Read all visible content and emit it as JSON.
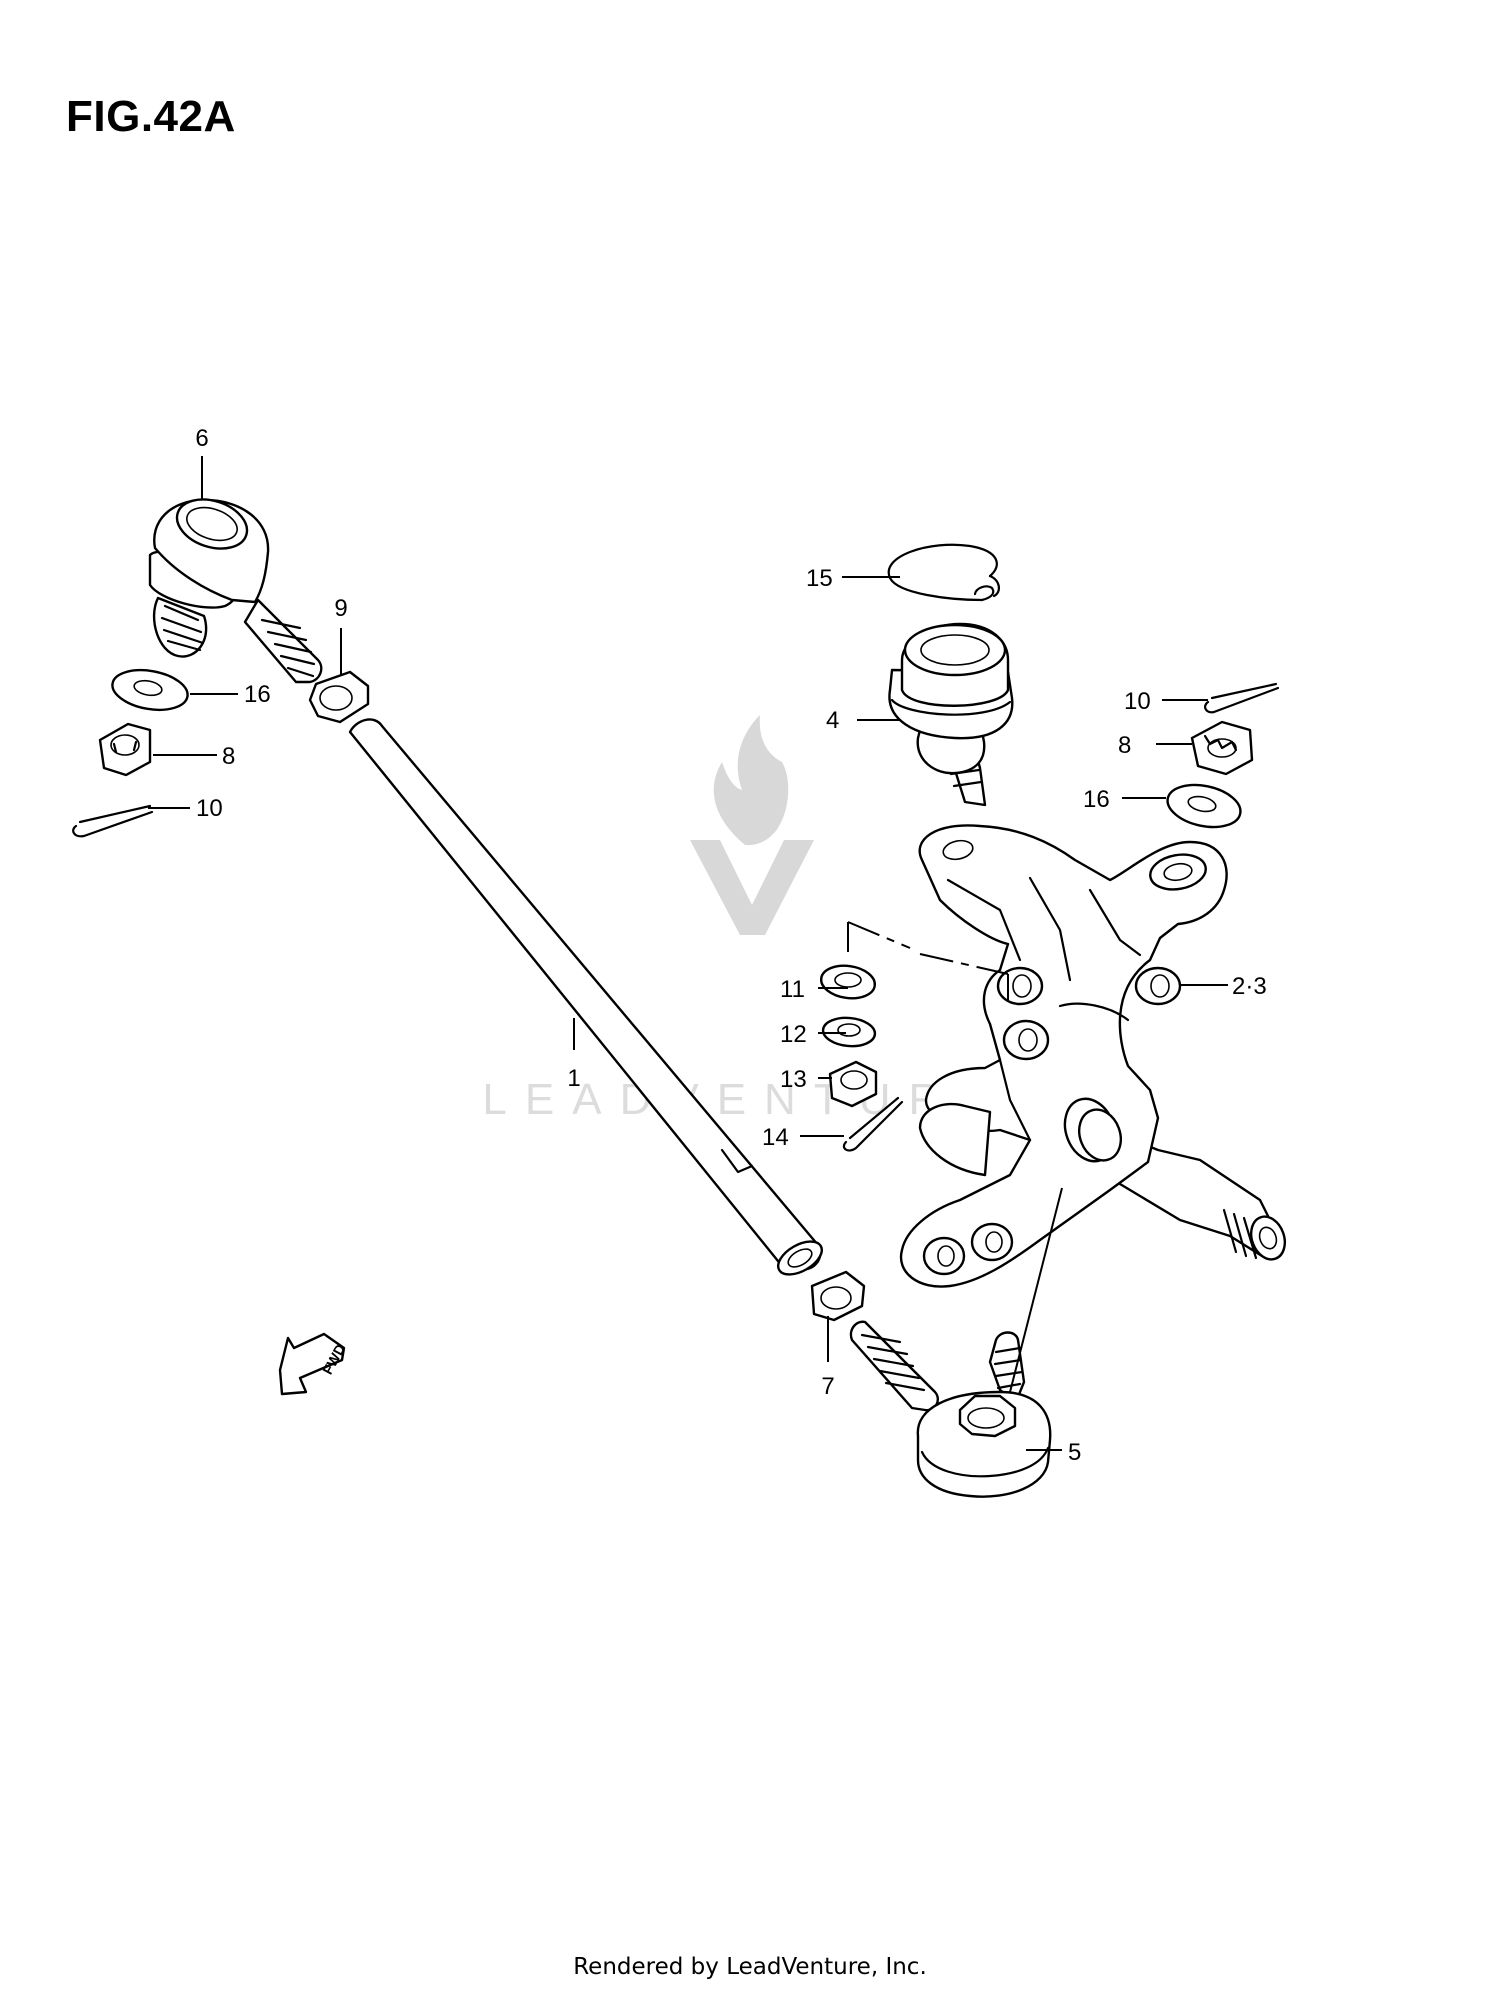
{
  "figure": {
    "title": "FIG.42A"
  },
  "footer": {
    "text": "Rendered by LeadVenture, Inc."
  },
  "watermark": {
    "text": "LEADVENTURE"
  },
  "direction_arrow": {
    "text": "FWD"
  },
  "callouts": {
    "tie_rod": "1",
    "knuckle": "2·3",
    "ball_joint": "4",
    "tie_rod_end_right": "5",
    "tie_rod_end_left": "6",
    "lock_nut_right": "7",
    "castle_nut_left": "8",
    "castle_nut_right": "8",
    "lock_nut_left": "9",
    "cotter_pin_left": "10",
    "cotter_pin_right": "10",
    "washer_large": "11",
    "washer_small": "12",
    "nut": "13",
    "cotter_pin": "14",
    "snap_ring": "15",
    "washer_left": "16",
    "washer_right": "16"
  }
}
